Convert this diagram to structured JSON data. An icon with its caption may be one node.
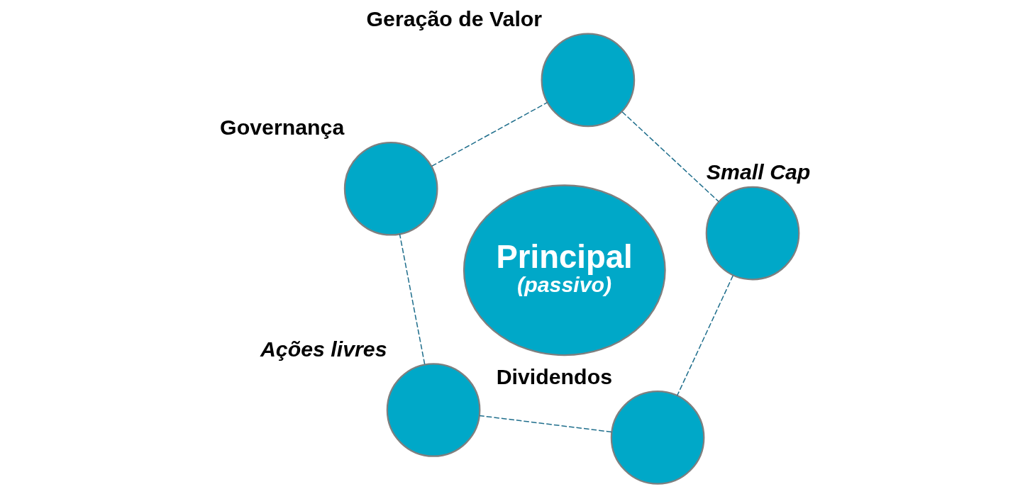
{
  "diagram": {
    "nodes": [
      {
        "text": [],
        "shape": "circle",
        "beside": [
          "Ações livres"
        ]
      },
      {
        "text": [],
        "shape": "circle",
        "beside": [
          "Dividendos"
        ]
      },
      {
        "text": [
          "Principal",
          "(passivo)"
        ]
      },
      {
        "text": [],
        "shape": "circle",
        "beside": [
          "Governança"
        ]
      },
      {
        "text": [],
        "shape": "circle",
        "beside": [
          "Small Cap"
        ]
      },
      {
        "text": [],
        "shape": "circle",
        "beside": [
          "Geração de Valor"
        ]
      }
    ],
    "edges": [
      {
        "from": 1,
        "to": 0,
        "arrow": "none",
        "style": "dashed"
      },
      {
        "from": 0,
        "to": 3,
        "arrow": "none",
        "style": "dashed"
      },
      {
        "from": 3,
        "to": 5,
        "arrow": "none",
        "style": "dashed"
      },
      {
        "from": 5,
        "to": 4,
        "arrow": "none",
        "style": "dashed"
      },
      {
        "from": 4,
        "to": 1,
        "arrow": "none",
        "style": "dashed"
      }
    ]
  }
}
